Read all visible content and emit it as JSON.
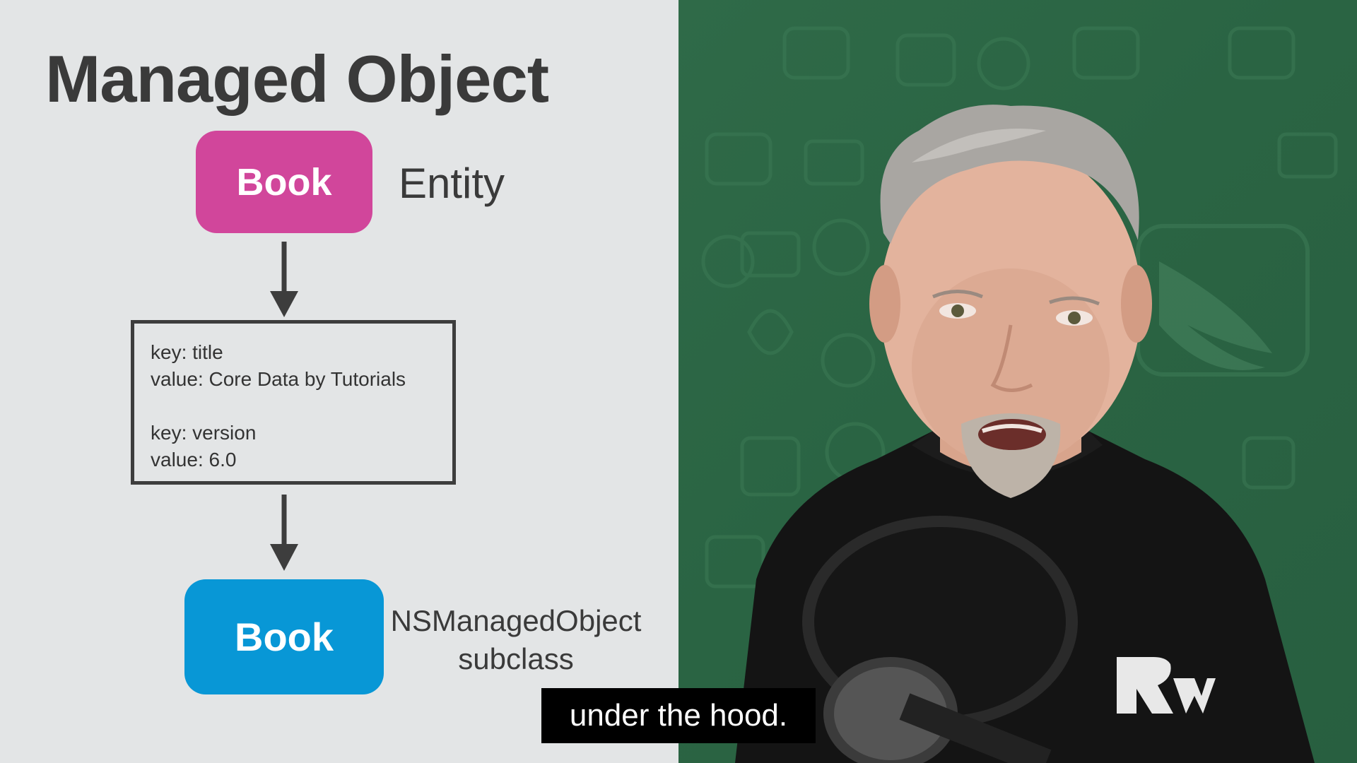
{
  "slide": {
    "title": "Managed Object",
    "entity_box_label": "Book",
    "entity_label": "Entity",
    "kv_lines": [
      "key: title",
      "value: Core Data by Tutorials",
      "key: version",
      "value: 6.0"
    ],
    "subclass_box_label": "Book",
    "subclass_label_line1": "NSManagedObject",
    "subclass_label_line2": "subclass",
    "colors": {
      "entity": "#d1469b",
      "subclass": "#0897d6",
      "text": "#3a3a3a",
      "background": "#e3e5e6"
    }
  },
  "video": {
    "background_color": "#2c6644",
    "shirt_logo": "rw-logo-icon"
  },
  "caption": {
    "text": "under the hood."
  }
}
